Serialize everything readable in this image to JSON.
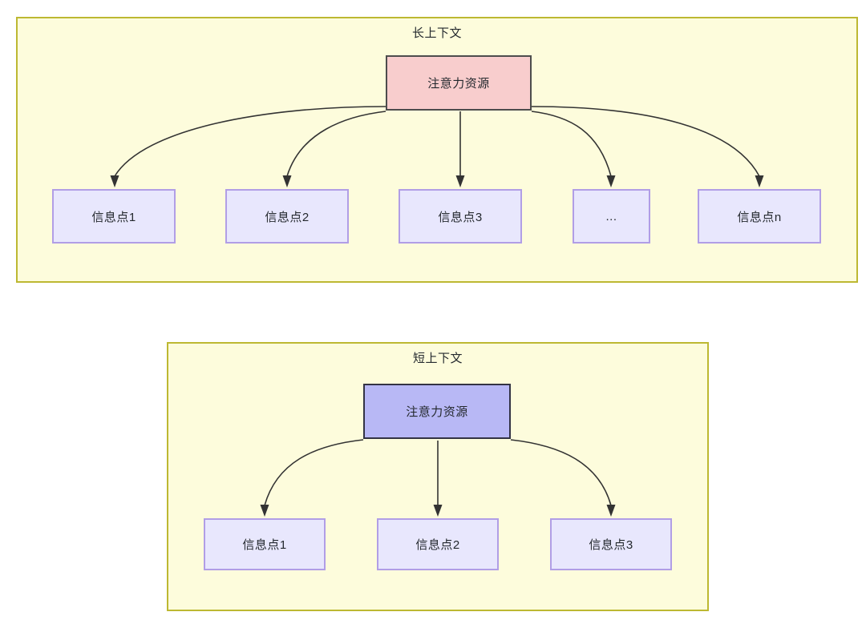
{
  "diagram": {
    "type": "flowchart",
    "description": "Attention resource allocation comparison between long context and short context",
    "colors": {
      "panel_fill": "#fdfcdc",
      "panel_border": "#bdb832",
      "root_long_fill": "#f8cdcd",
      "root_long_border": "#4d4d4d",
      "root_short_fill": "#b8b8f5",
      "root_short_border": "#333344",
      "info_fill": "#e8e7fd",
      "info_border": "#b19ee6",
      "edge_color": "#333333",
      "text_color": "#24292e"
    }
  },
  "panels": [
    {
      "id": "long-context",
      "title": "长上下文",
      "root": {
        "label": "注意力资源"
      },
      "children": [
        {
          "label": "信息点1"
        },
        {
          "label": "信息点2"
        },
        {
          "label": "信息点3"
        },
        {
          "label": "..."
        },
        {
          "label": "信息点n"
        }
      ]
    },
    {
      "id": "short-context",
      "title": "短上下文",
      "root": {
        "label": "注意力资源"
      },
      "children": [
        {
          "label": "信息点1"
        },
        {
          "label": "信息点2"
        },
        {
          "label": "信息点3"
        }
      ]
    }
  ]
}
